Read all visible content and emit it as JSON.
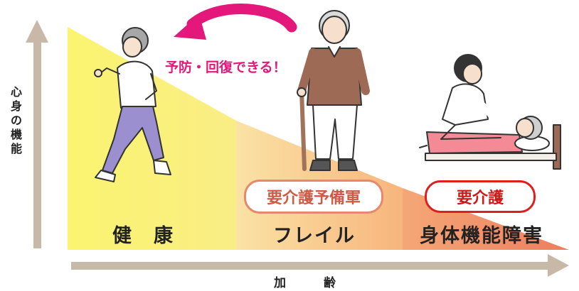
{
  "axes": {
    "y_label": "心身の機能",
    "x_label": "加　齢"
  },
  "stages": [
    {
      "label": "健　康",
      "color": "#f9f07a"
    },
    {
      "label": "フレイル",
      "color": "#f8bf86"
    },
    {
      "label": "身体機能障害",
      "color": "#ef8f6a"
    }
  ],
  "badges": {
    "prefrail": "要介護予備軍",
    "care": "要介護"
  },
  "arrow_text": "予防・回復できる！",
  "colors": {
    "axis": "#c8b8a8",
    "accent": "#e4177a"
  },
  "icons": [
    "walking-person-icon",
    "elderly-man-cane-icon",
    "caregiver-patient-icon"
  ]
}
